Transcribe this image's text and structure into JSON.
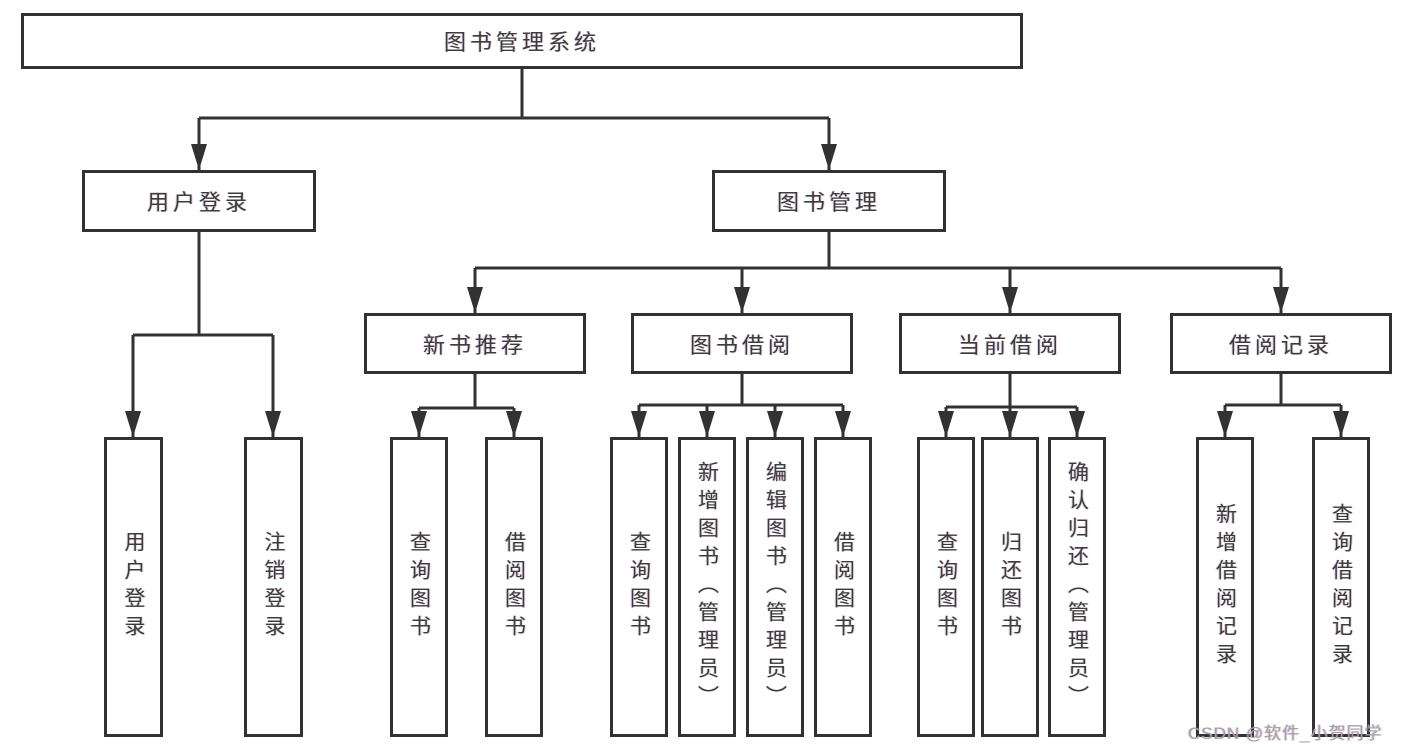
{
  "diagram": {
    "root": {
      "label": "图书管理系统"
    },
    "login": {
      "label": "用户登录",
      "children": [
        "用户登录",
        "注销登录"
      ]
    },
    "management": {
      "label": "图书管理"
    },
    "sections": [
      {
        "label": "新书推荐",
        "children": [
          "查询图书",
          "借阅图书"
        ]
      },
      {
        "label": "图书借阅",
        "children": [
          "查询图书",
          "新增图书（管理员）",
          "编辑图书（管理员）",
          "借阅图书"
        ]
      },
      {
        "label": "当前借阅",
        "children": [
          "查询图书",
          "归还图书",
          "确认归还（管理员）"
        ]
      },
      {
        "label": "借阅记录",
        "children": [
          "新增借阅记录",
          "查询借阅记录"
        ]
      }
    ]
  },
  "watermark": {
    "text": "CSDN @软件_小贺同学"
  },
  "colors": {
    "line": "#323232",
    "border": "#323232",
    "text": "#3c3c3c",
    "watermark": "#a3a3a3",
    "background": "#ffffff"
  }
}
